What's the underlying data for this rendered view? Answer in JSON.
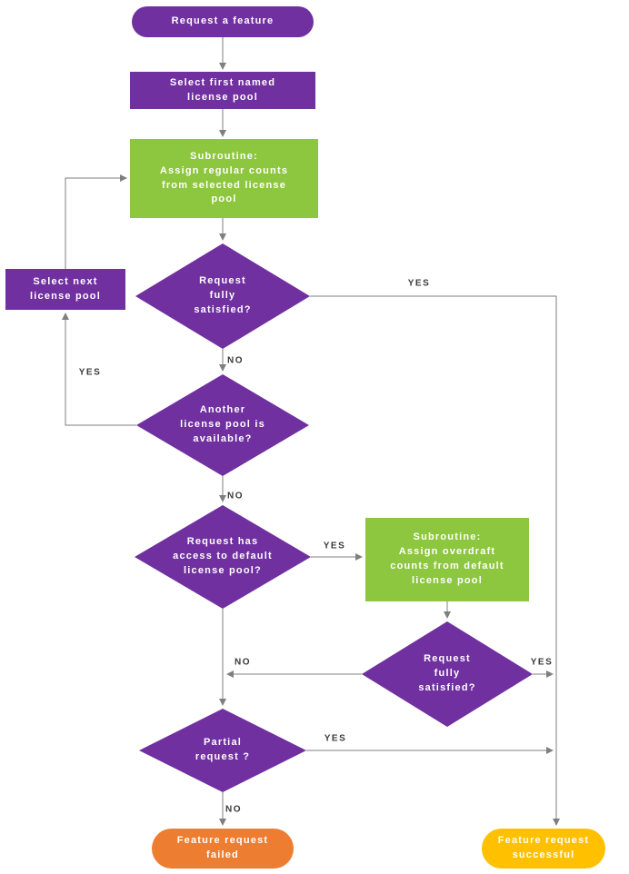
{
  "colors": {
    "purple": "#7030a0",
    "green": "#8dc63f",
    "orange": "#ed7d31",
    "gold": "#ffc000",
    "connector": "#7f7f7f",
    "edge_label_text": "#3a3a3a"
  },
  "diagram": {
    "nodes": {
      "start": {
        "label": "Request a feature"
      },
      "select_first_pool": {
        "label": "Select first named\nlicense pool"
      },
      "subroutine_regular": {
        "label": "Subroutine:\nAssign regular counts\nfrom selected license\npool"
      },
      "request_satisfied_1": {
        "label": "Request\nfully\nsatisfied?"
      },
      "select_next_pool": {
        "label": "Select next\nlicense pool"
      },
      "another_pool": {
        "label": "Another\nlicense pool is\navailable?"
      },
      "access_default": {
        "label": "Request has\naccess to default\nlicense pool?"
      },
      "subroutine_overdraft": {
        "label": "Subroutine:\nAssign overdraft\ncounts from default\nlicense pool"
      },
      "request_satisfied_2": {
        "label": "Request\nfully\nsatisfied?"
      },
      "partial_request": {
        "label": "Partial\nrequest ?"
      },
      "request_failed": {
        "label": "Feature request\nfailed"
      },
      "request_successful": {
        "label": "Feature request\nsuccessful"
      }
    },
    "edge_labels": {
      "satisfied1_yes": "YES",
      "satisfied1_no": "NO",
      "another_pool_yes": "YES",
      "another_pool_no": "NO",
      "access_default_yes": "YES",
      "satisfied2_yes": "YES",
      "satisfied2_no": "NO",
      "partial_yes": "YES",
      "partial_no": "NO"
    }
  }
}
